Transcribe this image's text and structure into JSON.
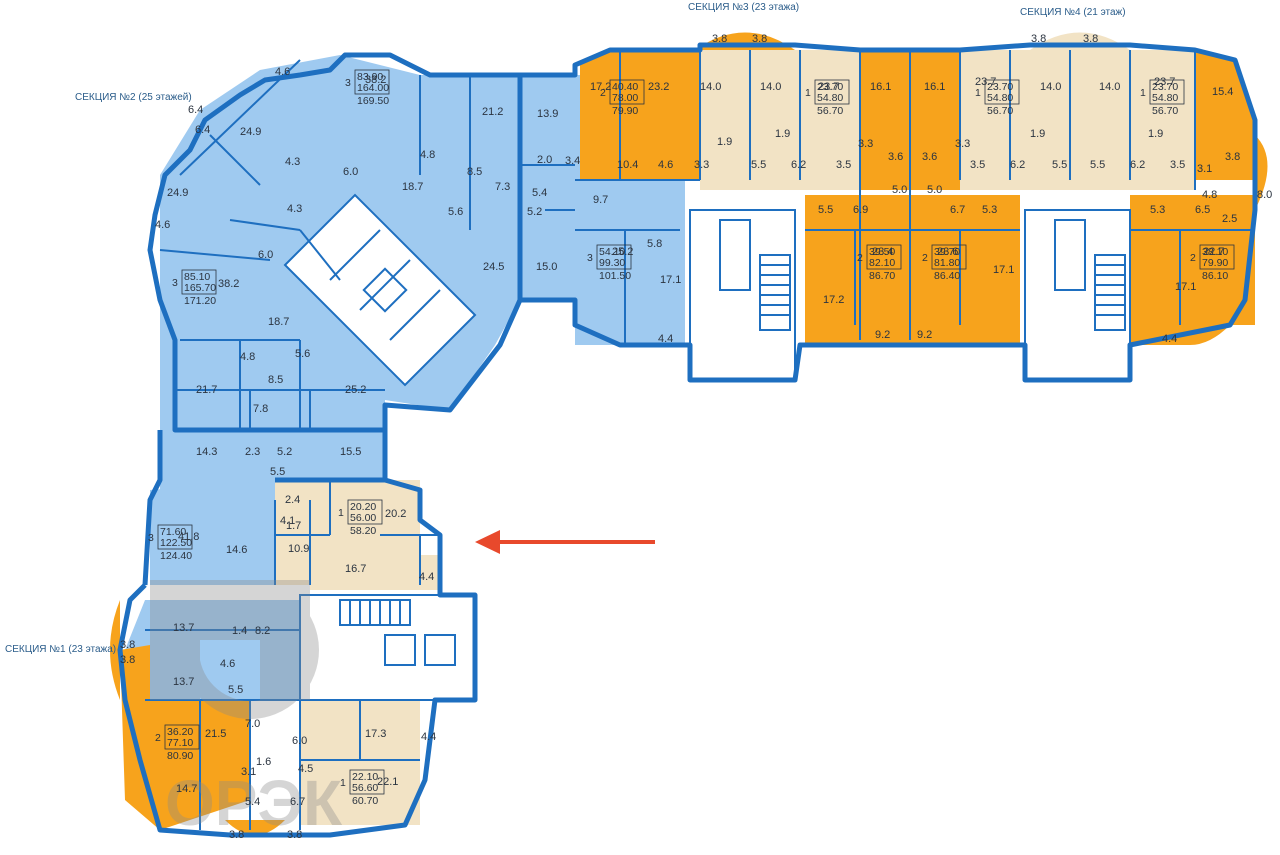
{
  "colors": {
    "blue_apartment": "#9fcaf0",
    "orange_apartment": "#f7a31c",
    "beige_apartment": "#f2e3c5",
    "walls": "#1e6fc0",
    "arrow": "#e8492c",
    "section_title": "#2a5c8a"
  },
  "sections": [
    {
      "id": "s1",
      "title": "СЕКЦИЯ №1 (23 этажа)"
    },
    {
      "id": "s2",
      "title": "СЕКЦИЯ №2 (25 этажей)"
    },
    {
      "id": "s3",
      "title": "СЕКЦИЯ №3 (23 этажа)"
    },
    {
      "id": "s4",
      "title": "СЕКЦИЯ №4 (21 этаж)"
    }
  ],
  "apartments": [
    {
      "id": "a1",
      "rooms": "3",
      "areas": [
        "83.90",
        "164.00"
      ],
      "total": "169.50"
    },
    {
      "id": "a2",
      "rooms": "3",
      "areas": [
        "85.10",
        "165.70"
      ],
      "total": "171.20"
    },
    {
      "id": "a3",
      "rooms": "2",
      "areas": [
        "40.40",
        "78.00"
      ],
      "total": "79.90"
    },
    {
      "id": "a4",
      "rooms": "1",
      "areas": [
        "23.70",
        "54.80"
      ],
      "total": "56.70"
    },
    {
      "id": "a5",
      "rooms": "1",
      "areas": [
        "23.70",
        "54.80"
      ],
      "total": "56.70"
    },
    {
      "id": "a6",
      "rooms": "1",
      "areas": [
        "23.70",
        "54.80"
      ],
      "total": "56.70"
    },
    {
      "id": "a7",
      "rooms": "3",
      "areas": [
        "54.10",
        "99.30"
      ],
      "total": "101.50"
    },
    {
      "id": "a8",
      "rooms": "2",
      "areas": [
        "39.50",
        "82.10"
      ],
      "total": "86.70"
    },
    {
      "id": "a9",
      "rooms": "2",
      "areas": [
        "39.70",
        "81.80"
      ],
      "total": "86.40"
    },
    {
      "id": "a10",
      "rooms": "2",
      "areas": [
        "38.10",
        "79.90"
      ],
      "total": "86.10"
    },
    {
      "id": "a11",
      "rooms": "3",
      "areas": [
        "71.60",
        "122.50"
      ],
      "total": "124.40"
    },
    {
      "id": "a12",
      "rooms": "1",
      "areas": [
        "20.20",
        "56.00"
      ],
      "total": "58.20"
    },
    {
      "id": "a13",
      "rooms": "2",
      "areas": [
        "36.20",
        "77.10"
      ],
      "total": "80.90"
    },
    {
      "id": "a14",
      "rooms": "1",
      "areas": [
        "22.10",
        "56.60"
      ],
      "total": "60.70"
    }
  ],
  "room_labels": [
    "4.6",
    "6.4",
    "6.4",
    "24.9",
    "24.9",
    "38.2",
    "21.2",
    "13.9",
    "4.8",
    "6.0",
    "18.7",
    "8.5",
    "7.3",
    "2.0",
    "5.4",
    "4.3",
    "4.3",
    "4.6",
    "6.0",
    "5.6",
    "5.2",
    "9.7",
    "5.8",
    "24.5",
    "15.0",
    "38.2",
    "18.7",
    "4.8",
    "5.6",
    "8.5",
    "21.7",
    "25.2",
    "7.8",
    "14.3",
    "2.3",
    "5.2",
    "5.5",
    "15.5",
    "17.2",
    "23.2",
    "14.0",
    "3.4",
    "10.4",
    "4.6",
    "3.3",
    "1.9",
    "14.0",
    "23.7",
    "1.9",
    "5.5",
    "6.2",
    "3.5",
    "16.1",
    "16.1",
    "3.3",
    "3.6",
    "3.6",
    "3.3",
    "23.7",
    "14.0",
    "14.0",
    "23.7",
    "15.4",
    "1.9",
    "1.9",
    "3.5",
    "6.2",
    "5.5",
    "5.5",
    "6.2",
    "3.5",
    "3.8",
    "3.1",
    "5.5",
    "6.9",
    "5.0",
    "5.0",
    "6.7",
    "5.3",
    "5.3",
    "6.5",
    "4.8",
    "2.5",
    "8.0",
    "23.4",
    "23.6",
    "22.7",
    "17.1",
    "17.2",
    "17.1",
    "17.1",
    "25.2",
    "9.2",
    "9.2",
    "4.4",
    "4.4",
    "3.8",
    "3.8",
    "3.8",
    "3.8",
    "2.4",
    "4.1",
    "20.2",
    "1.7",
    "10.9",
    "16.7",
    "4.4",
    "41.8",
    "14.6",
    "13.7",
    "1.4",
    "8.2",
    "3.8",
    "3.8",
    "4.6",
    "13.7",
    "5.5",
    "7.0",
    "21.5",
    "6.0",
    "4.5",
    "17.3",
    "4.4",
    "1.6",
    "3.1",
    "14.7",
    "5.4",
    "6.7",
    "22.1",
    "3.8",
    "3.8"
  ],
  "watermark": {
    "text": "ОРЭК"
  }
}
